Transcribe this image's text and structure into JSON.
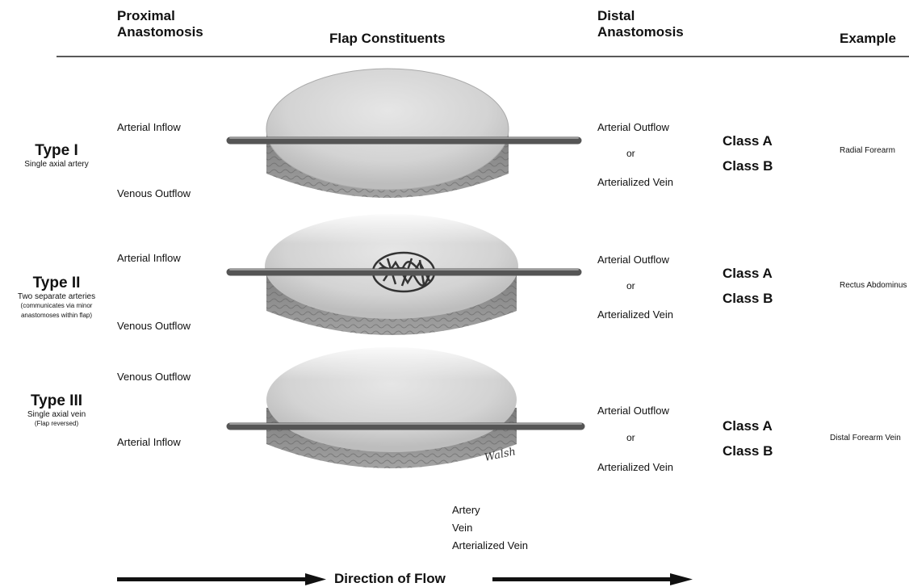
{
  "headers": {
    "proximal_line1": "Proximal",
    "proximal_line2": "Anastomosis",
    "flap": "Flap Constituents",
    "distal_line1": "Distal",
    "distal_line2": "Anastomosis",
    "example": "Example"
  },
  "types": [
    {
      "title": "Type I",
      "subtitle": "Single axial artery",
      "top_left_label": "Arterial Inflow",
      "bottom_left_label": "Venous Outflow",
      "distal_top": "Arterial Outflow",
      "distal_or": "or",
      "distal_bottom": "Arterialized Vein",
      "class_a": "Class A",
      "class_b": "Class B",
      "example": "Radial Forearm"
    },
    {
      "title": "Type II",
      "subtitle": "Two separate arteries",
      "subtitle_note_1": "(communicates via minor",
      "subtitle_note_2": "anastomoses within flap)",
      "top_left_label": "Arterial Inflow",
      "bottom_left_label": "Venous Outflow",
      "distal_top": "Arterial Outflow",
      "distal_or": "or",
      "distal_bottom": "Arterialized Vein",
      "class_a": "Class A",
      "class_b": "Class B",
      "example": "Rectus Abdominus"
    },
    {
      "title": "Type III",
      "subtitle": "Single axial vein",
      "subtitle_note_1": "(Flap reversed)",
      "top_left_label": "Venous Outflow",
      "bottom_left_label": "Arterial Inflow",
      "distal_top": "Arterial Outflow",
      "distal_or": "or",
      "distal_bottom": "Arterialized Vein",
      "class_a": "Class A",
      "class_b": "Class B",
      "example": "Distal Forearm Vein"
    }
  ],
  "legend": {
    "artery": "Artery",
    "vein": "Vein",
    "arterialized_vein": "Arterialized Vein"
  },
  "flow_label": "Direction of Flow",
  "signature": "Walsh",
  "colors": {
    "artery": "#5a5a5a",
    "vein": "#3a3a3a",
    "arterialized_vein": "#4a4a4a",
    "flap_skin": "#d7d7d7",
    "flap_tissue": "#8d8d8d"
  }
}
